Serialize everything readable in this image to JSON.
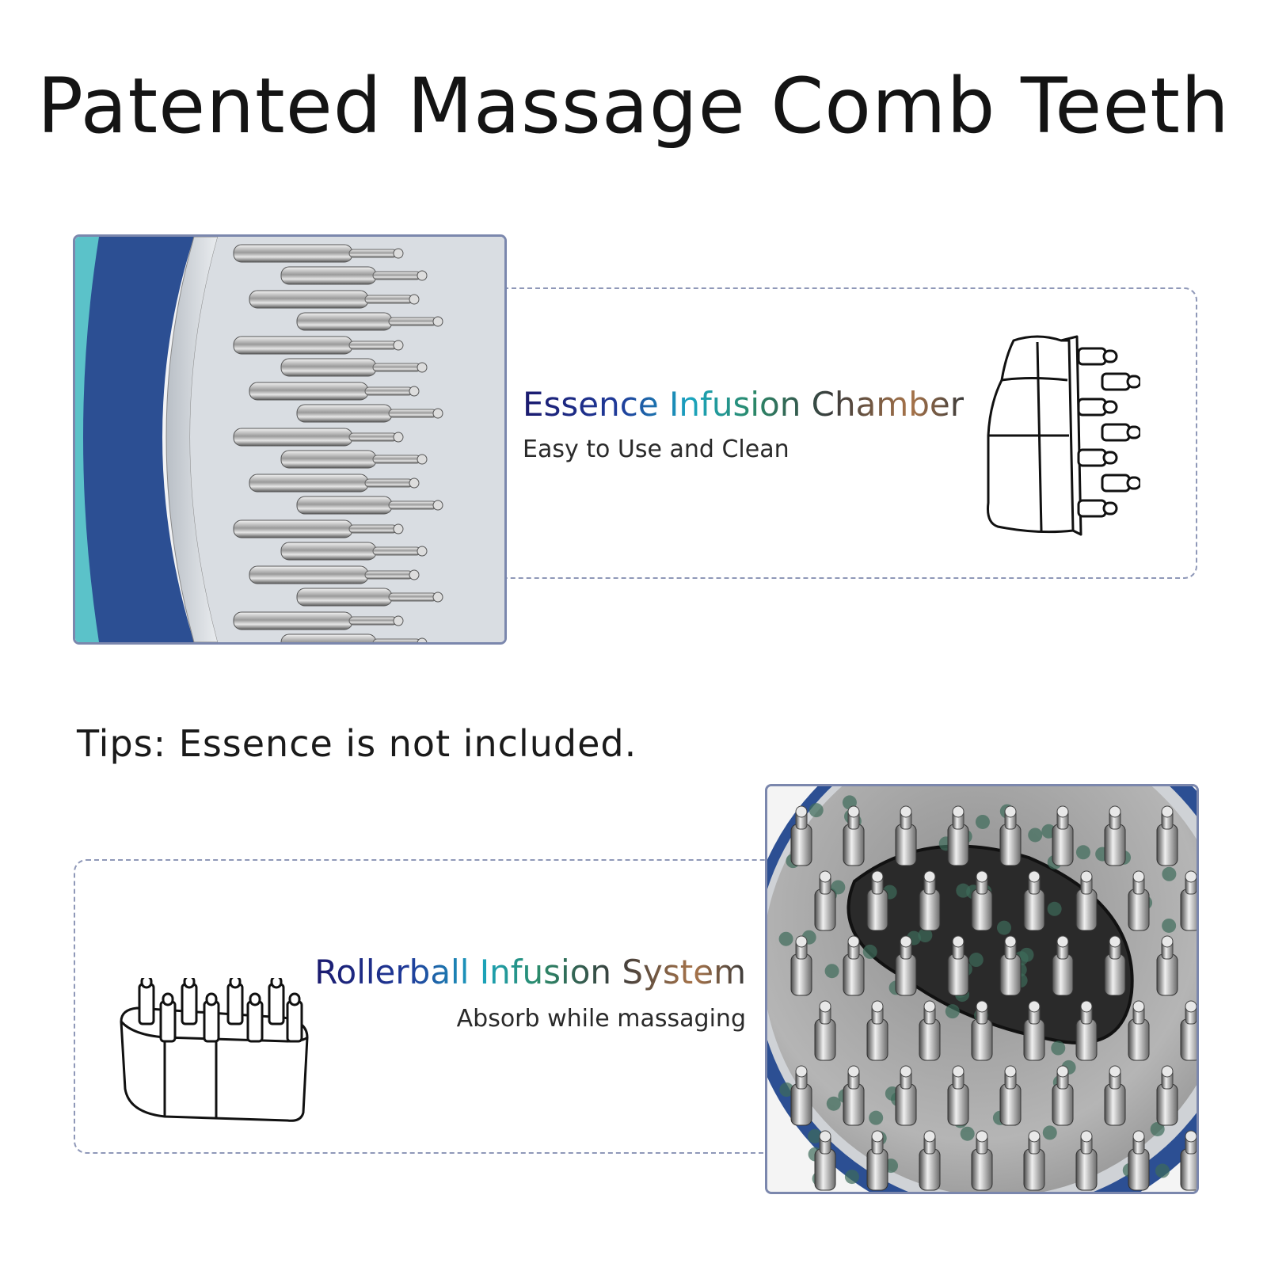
{
  "title": "Patented Massage Comb Teeth",
  "feature_top": {
    "title": "Essence Infusion Chamber",
    "subtitle": "Easy to Use and Clean",
    "photo_icon": "comb-teeth-side-photo",
    "sketch_icon": "infusion-chamber-sketch"
  },
  "tips": "Tips: Essence is not included.",
  "feature_bottom": {
    "title": "Rollerball Infusion System",
    "subtitle": "Absorb while massaging",
    "photo_icon": "comb-teeth-top-photo",
    "sketch_icon": "rollerball-system-sketch"
  },
  "colors": {
    "frame_border": "#7b87ad",
    "dashed_border": "#8f98b8",
    "brush_blue": "#2c4f93",
    "brush_teal": "#5bc2c9"
  }
}
